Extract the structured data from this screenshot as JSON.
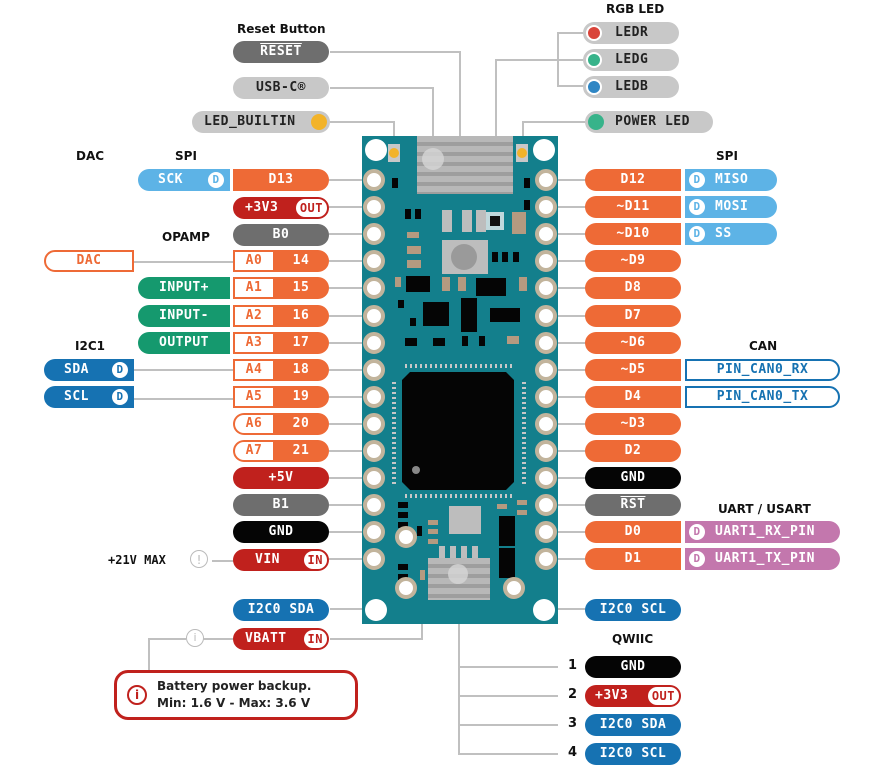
{
  "headings": {
    "reset_button": "Reset Button",
    "rgb_led": "RGB LED",
    "dac": "DAC",
    "spi_left": "SPI",
    "opamp": "OPAMP",
    "i2c1": "I2C1",
    "spi_right": "SPI",
    "can": "CAN",
    "uart": "UART / USART",
    "qwiic": "QWIIC"
  },
  "top_labels": {
    "reset": "RESET",
    "usb_c": "USB-C®",
    "led_builtin": "LED_BUILTIN",
    "ledr": "LEDR",
    "ledg": "LEDG",
    "ledb": "LEDB",
    "power_led": "POWER LED"
  },
  "left_pins": [
    {
      "label": "D13",
      "alt": "SCK",
      "alt_badge": "D"
    },
    {
      "label": "+3V3",
      "badge": "OUT"
    },
    {
      "label": "B0"
    },
    {
      "analog": "A0",
      "label": "14",
      "func": "DAC"
    },
    {
      "analog": "A1",
      "label": "15",
      "func": "INPUT+"
    },
    {
      "analog": "A2",
      "label": "16",
      "func": "INPUT-"
    },
    {
      "analog": "A3",
      "label": "17",
      "func": "OUTPUT"
    },
    {
      "analog": "A4",
      "label": "18",
      "func": "SDA",
      "func_badge": "D"
    },
    {
      "analog": "A5",
      "label": "19",
      "func": "SCL",
      "func_badge": "D"
    },
    {
      "analog": "A6",
      "label": "20"
    },
    {
      "analog": "A7",
      "label": "21"
    },
    {
      "label": "+5V"
    },
    {
      "label": "B1"
    },
    {
      "label": "GND"
    },
    {
      "label": "VIN",
      "badge": "IN",
      "note": "+21V MAX"
    }
  ],
  "right_pins": [
    {
      "label": "D12",
      "alt": "MISO",
      "alt_badge": "D"
    },
    {
      "label": "~D11",
      "alt": "MOSI",
      "alt_badge": "D"
    },
    {
      "label": "~D10",
      "alt": "SS",
      "alt_badge": "D"
    },
    {
      "label": "~D9"
    },
    {
      "label": "D8"
    },
    {
      "label": "D7"
    },
    {
      "label": "~D6"
    },
    {
      "label": "~D5",
      "alt": "PIN_CAN0_RX"
    },
    {
      "label": "D4",
      "alt": "PIN_CAN0_TX"
    },
    {
      "label": "~D3"
    },
    {
      "label": "D2"
    },
    {
      "label": "GND"
    },
    {
      "label": "RST"
    },
    {
      "label": "D0",
      "alt": "UART1_RX_PIN",
      "alt_badge": "D"
    },
    {
      "label": "D1",
      "alt": "UART1_TX_PIN",
      "alt_badge": "D"
    }
  ],
  "bottom": {
    "i2c0_sda": "I2C0 SDA",
    "i2c0_scl": "I2C0 SCL",
    "vbatt": "VBATT",
    "vbatt_badge": "IN",
    "info_icon": "i",
    "note_line1": "Battery power backup.",
    "note_line2": "Min: 1.6 V - Max: 3.6 V"
  },
  "qwiic": [
    {
      "num": "1",
      "label": "GND"
    },
    {
      "num": "2",
      "label": "+3V3",
      "badge": "OUT"
    },
    {
      "num": "3",
      "label": "I2C0 SDA"
    },
    {
      "num": "4",
      "label": "I2C0 SCL"
    }
  ],
  "colors": {
    "digital": "#ee6a36",
    "power": "#c0211d",
    "ground": "#050505",
    "spi": "#5db3e6",
    "i2c": "#1672b2",
    "opamp": "#15996e",
    "uart": "#c377ad",
    "board": "#137f8c",
    "led_red": "#d9443a",
    "led_green": "#37b38a",
    "led_blue": "#2f86c4",
    "led_yellow": "#f2b32a"
  }
}
